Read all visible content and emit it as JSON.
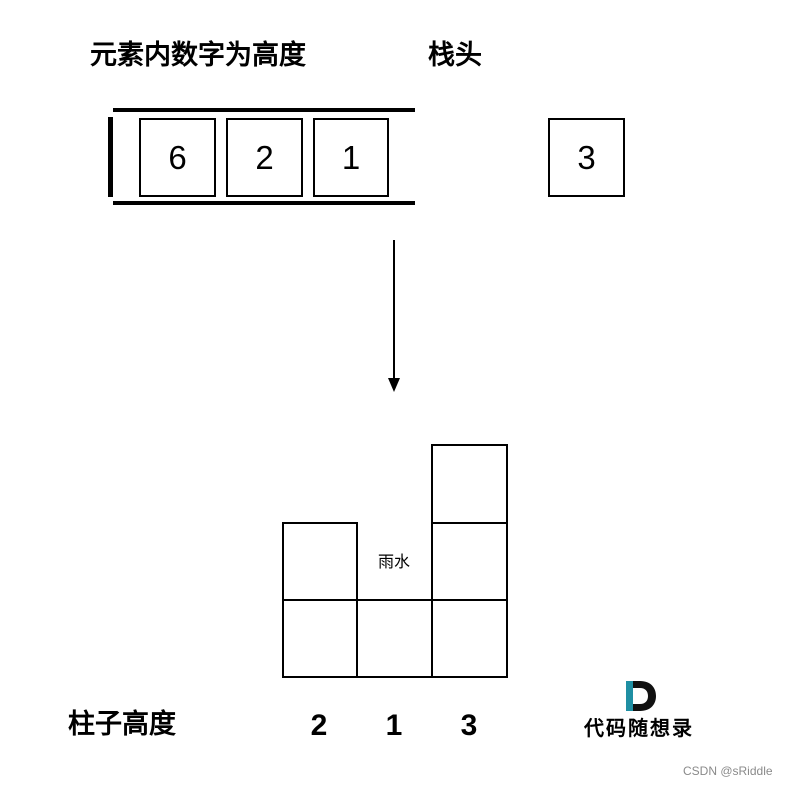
{
  "stack_section": {
    "title": "元素内数字为高度",
    "top_label": "栈头",
    "stack_elements": [
      "6",
      "2",
      "1"
    ],
    "current_element": "3"
  },
  "columns_section": {
    "rain_label": "雨水",
    "axis_label": "柱子高度",
    "column_heights": [
      "2",
      "1",
      "3"
    ]
  },
  "logo": {
    "text": "代码随想录",
    "mark_letter": "D"
  },
  "watermark": "CSDN @sRiddle"
}
